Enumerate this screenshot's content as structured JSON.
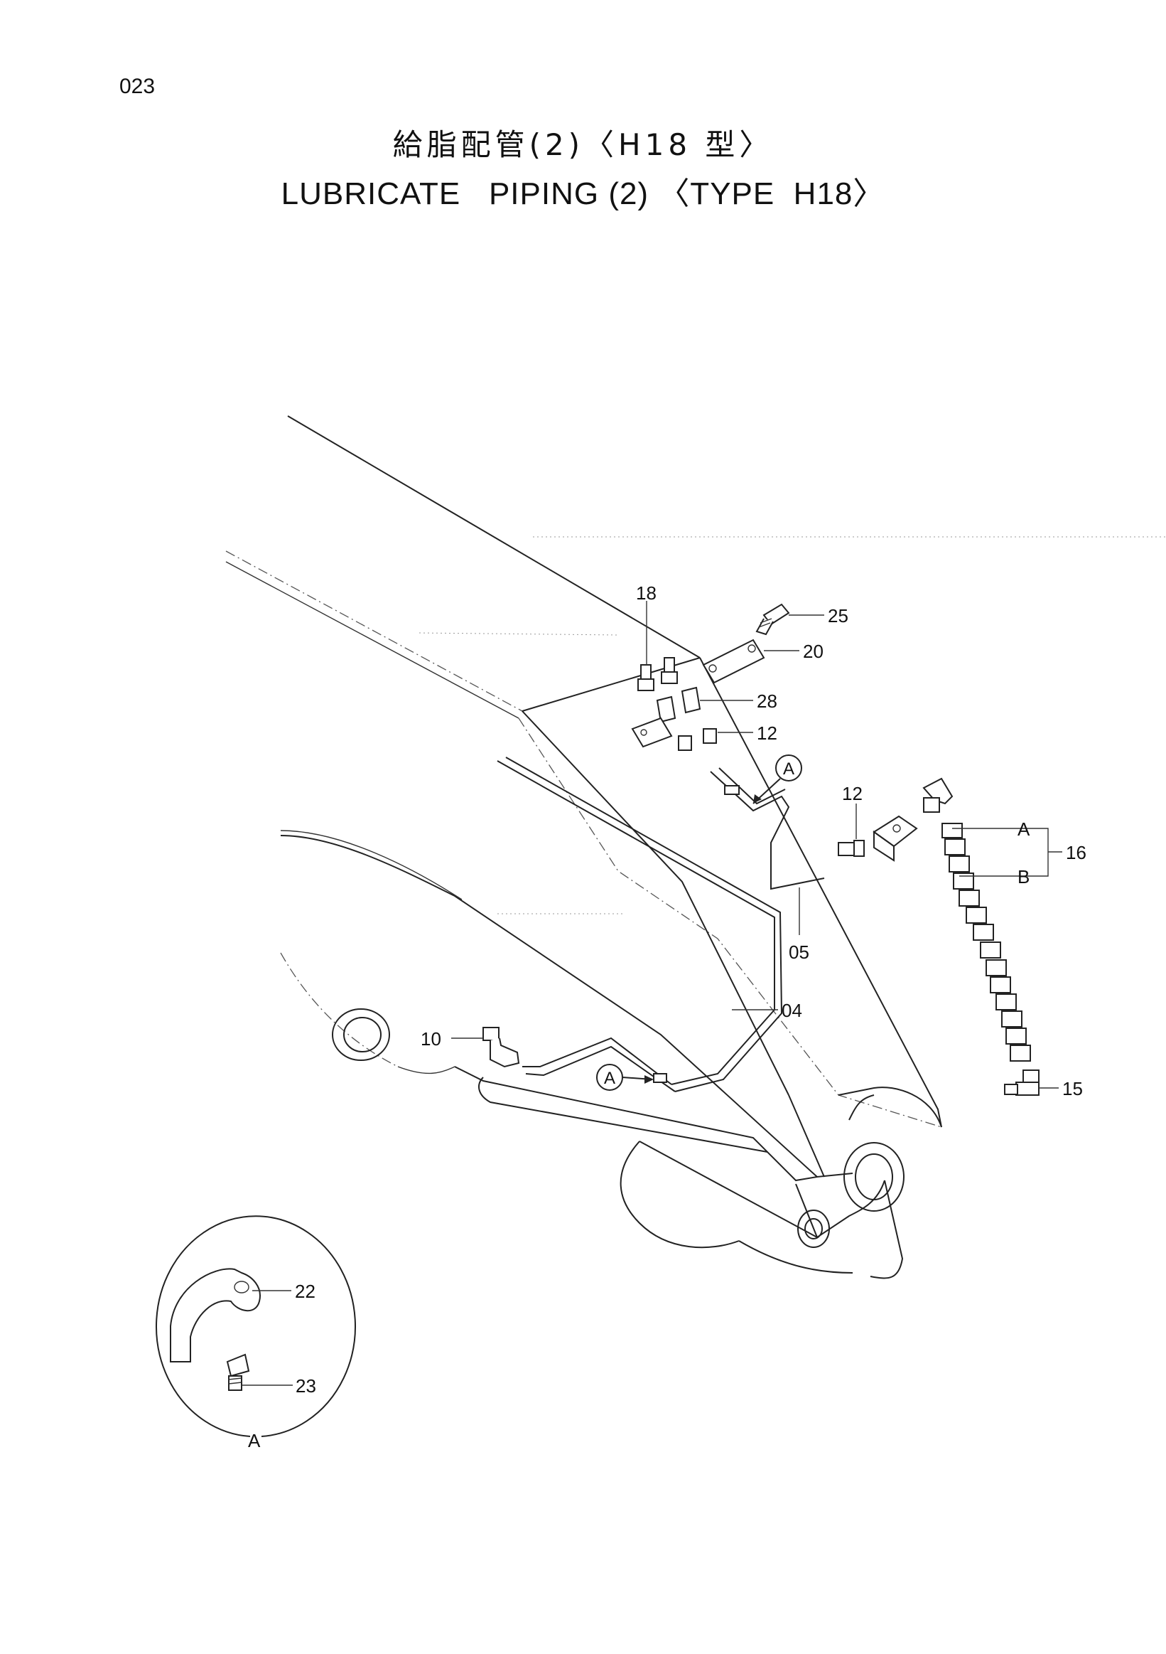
{
  "page_number": "023",
  "title_jp": "給脂配管(2)〈H18 型〉",
  "title_en": "LUBRICATE   PIPING (2) 〈TYPE  H18〉",
  "callouts": {
    "c18": "18",
    "c25": "25",
    "c20": "20",
    "c28": "28",
    "c12a": "12",
    "c12b": "12",
    "c16": "16",
    "c05": "05",
    "c04": "04",
    "c10": "10",
    "c15": "15",
    "c22": "22",
    "c23": "23"
  },
  "hose_ends": {
    "a": "A",
    "b": "B"
  },
  "detail_ref": "A",
  "circle_refs": {
    "upper": "A",
    "lower": "A"
  }
}
